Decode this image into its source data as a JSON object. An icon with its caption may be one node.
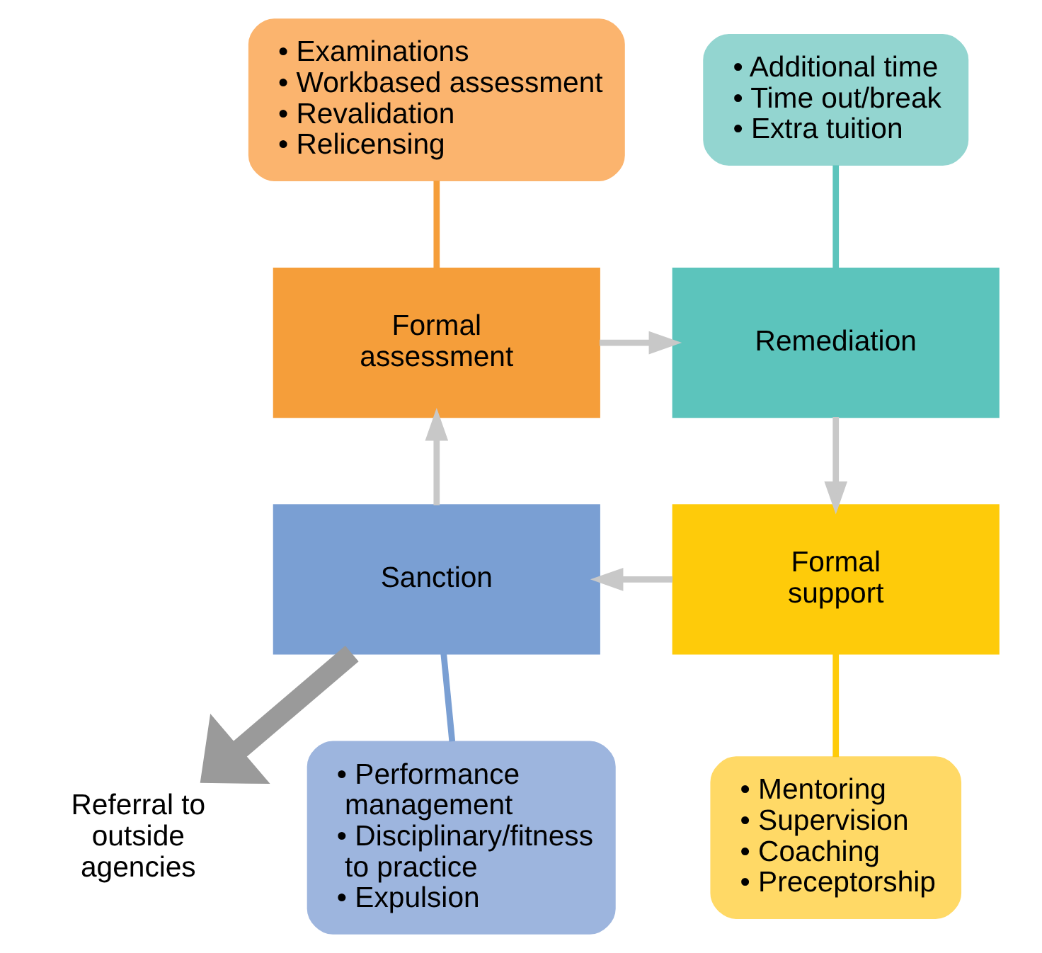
{
  "diagram": {
    "nodes": [
      {
        "text": [
          "Formal assessment"
        ]
      },
      {
        "text": [
          "Remediation"
        ]
      },
      {
        "text": [
          "Formal support"
        ]
      },
      {
        "text": [
          "Sanction"
        ]
      },
      {
        "text": [
          "• Examinations",
          "• Workbased assessment",
          "• Revalidation",
          "• Relicensing"
        ]
      },
      {
        "text": [
          "• Additional time",
          "• Time out/break",
          "• Extra tuition"
        ]
      },
      {
        "text": [
          "• Performance management",
          "• Disciplinary/fitness to practice",
          "• Expulsion"
        ]
      },
      {
        "text": [
          "• Mentoring",
          "• Supervision",
          "• Coaching",
          "• Preceptorship"
        ]
      },
      {
        "text": [
          "Referral to outside agencies"
        ]
      }
    ],
    "edges": [
      {
        "from": 0,
        "to": 1,
        "arrow": "to"
      },
      {
        "from": 1,
        "to": 2,
        "arrow": "to"
      },
      {
        "from": 2,
        "to": 3,
        "arrow": "to"
      },
      {
        "from": 3,
        "to": 0,
        "arrow": "to"
      },
      {
        "from": 4,
        "to": 0,
        "arrow": "none",
        "color": "#f59e3a"
      },
      {
        "from": 5,
        "to": 1,
        "arrow": "none",
        "color": "#5cc4bc"
      },
      {
        "from": 6,
        "to": 3,
        "arrow": "none",
        "color": "#7a9fd3"
      },
      {
        "from": 7,
        "to": 2,
        "arrow": "none",
        "color": "#fecb0a"
      },
      {
        "from": 3,
        "to": 8,
        "arrow": "to",
        "style": "thick",
        "color": "#9a9a9a"
      }
    ]
  }
}
